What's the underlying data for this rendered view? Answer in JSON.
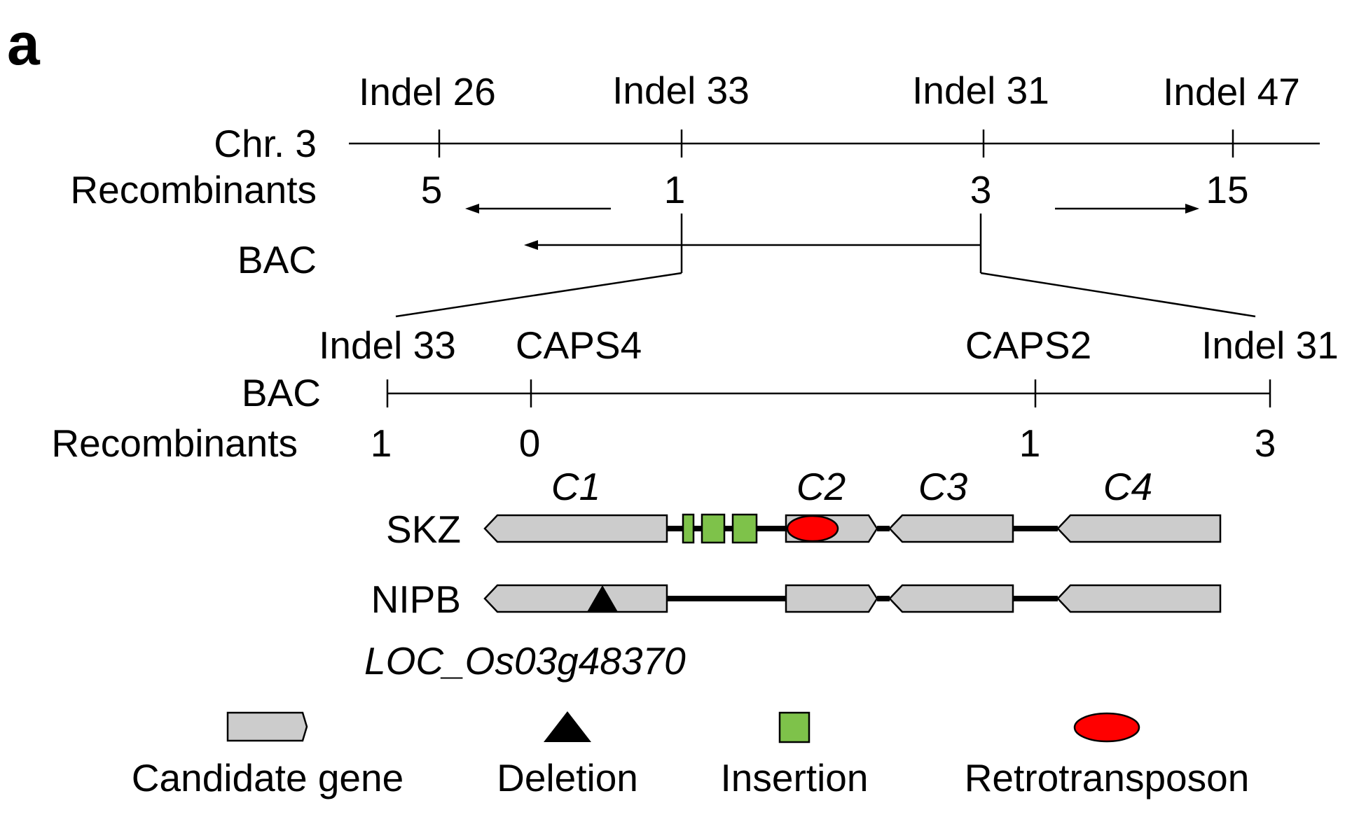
{
  "panel_label": "a",
  "top_map": {
    "chromosome_label": "Chr. 3",
    "recombinants_label": "Recombinants",
    "bac_label": "BAC",
    "markers": [
      {
        "name": "Indel 26",
        "recombinants": "5"
      },
      {
        "name": "Indel 33",
        "recombinants": "1"
      },
      {
        "name": "Indel 31",
        "recombinants": "3"
      },
      {
        "name": "Indel 47",
        "recombinants": "15"
      }
    ]
  },
  "bac_map": {
    "bac_label": "BAC",
    "recombinants_label": "Recombinants",
    "markers": [
      {
        "name": "Indel 33",
        "recombinants": "1"
      },
      {
        "name": "CAPS4",
        "recombinants": "0"
      },
      {
        "name": "CAPS2",
        "recombinants": "1"
      },
      {
        "name": "Indel 31",
        "recombinants": "3"
      }
    ]
  },
  "genes": [
    "C1",
    "C2",
    "C3",
    "C4"
  ],
  "haplotypes": [
    {
      "name": "SKZ",
      "features": [
        "insertion",
        "insertion",
        "insertion",
        "retrotransposon"
      ]
    },
    {
      "name": "NIPB",
      "features": [
        "deletion"
      ]
    }
  ],
  "gene_locus": "LOC_Os03g48370",
  "legend": [
    {
      "symbol": "candidate-gene",
      "label": "Candidate gene",
      "color": "#cccccc"
    },
    {
      "symbol": "deletion",
      "label": "Deletion",
      "color": "#000000"
    },
    {
      "symbol": "insertion",
      "label": "Insertion",
      "color": "#7ec24a"
    },
    {
      "symbol": "retrotransposon",
      "label": "Retrotransposon",
      "color": "#ff0000"
    }
  ]
}
